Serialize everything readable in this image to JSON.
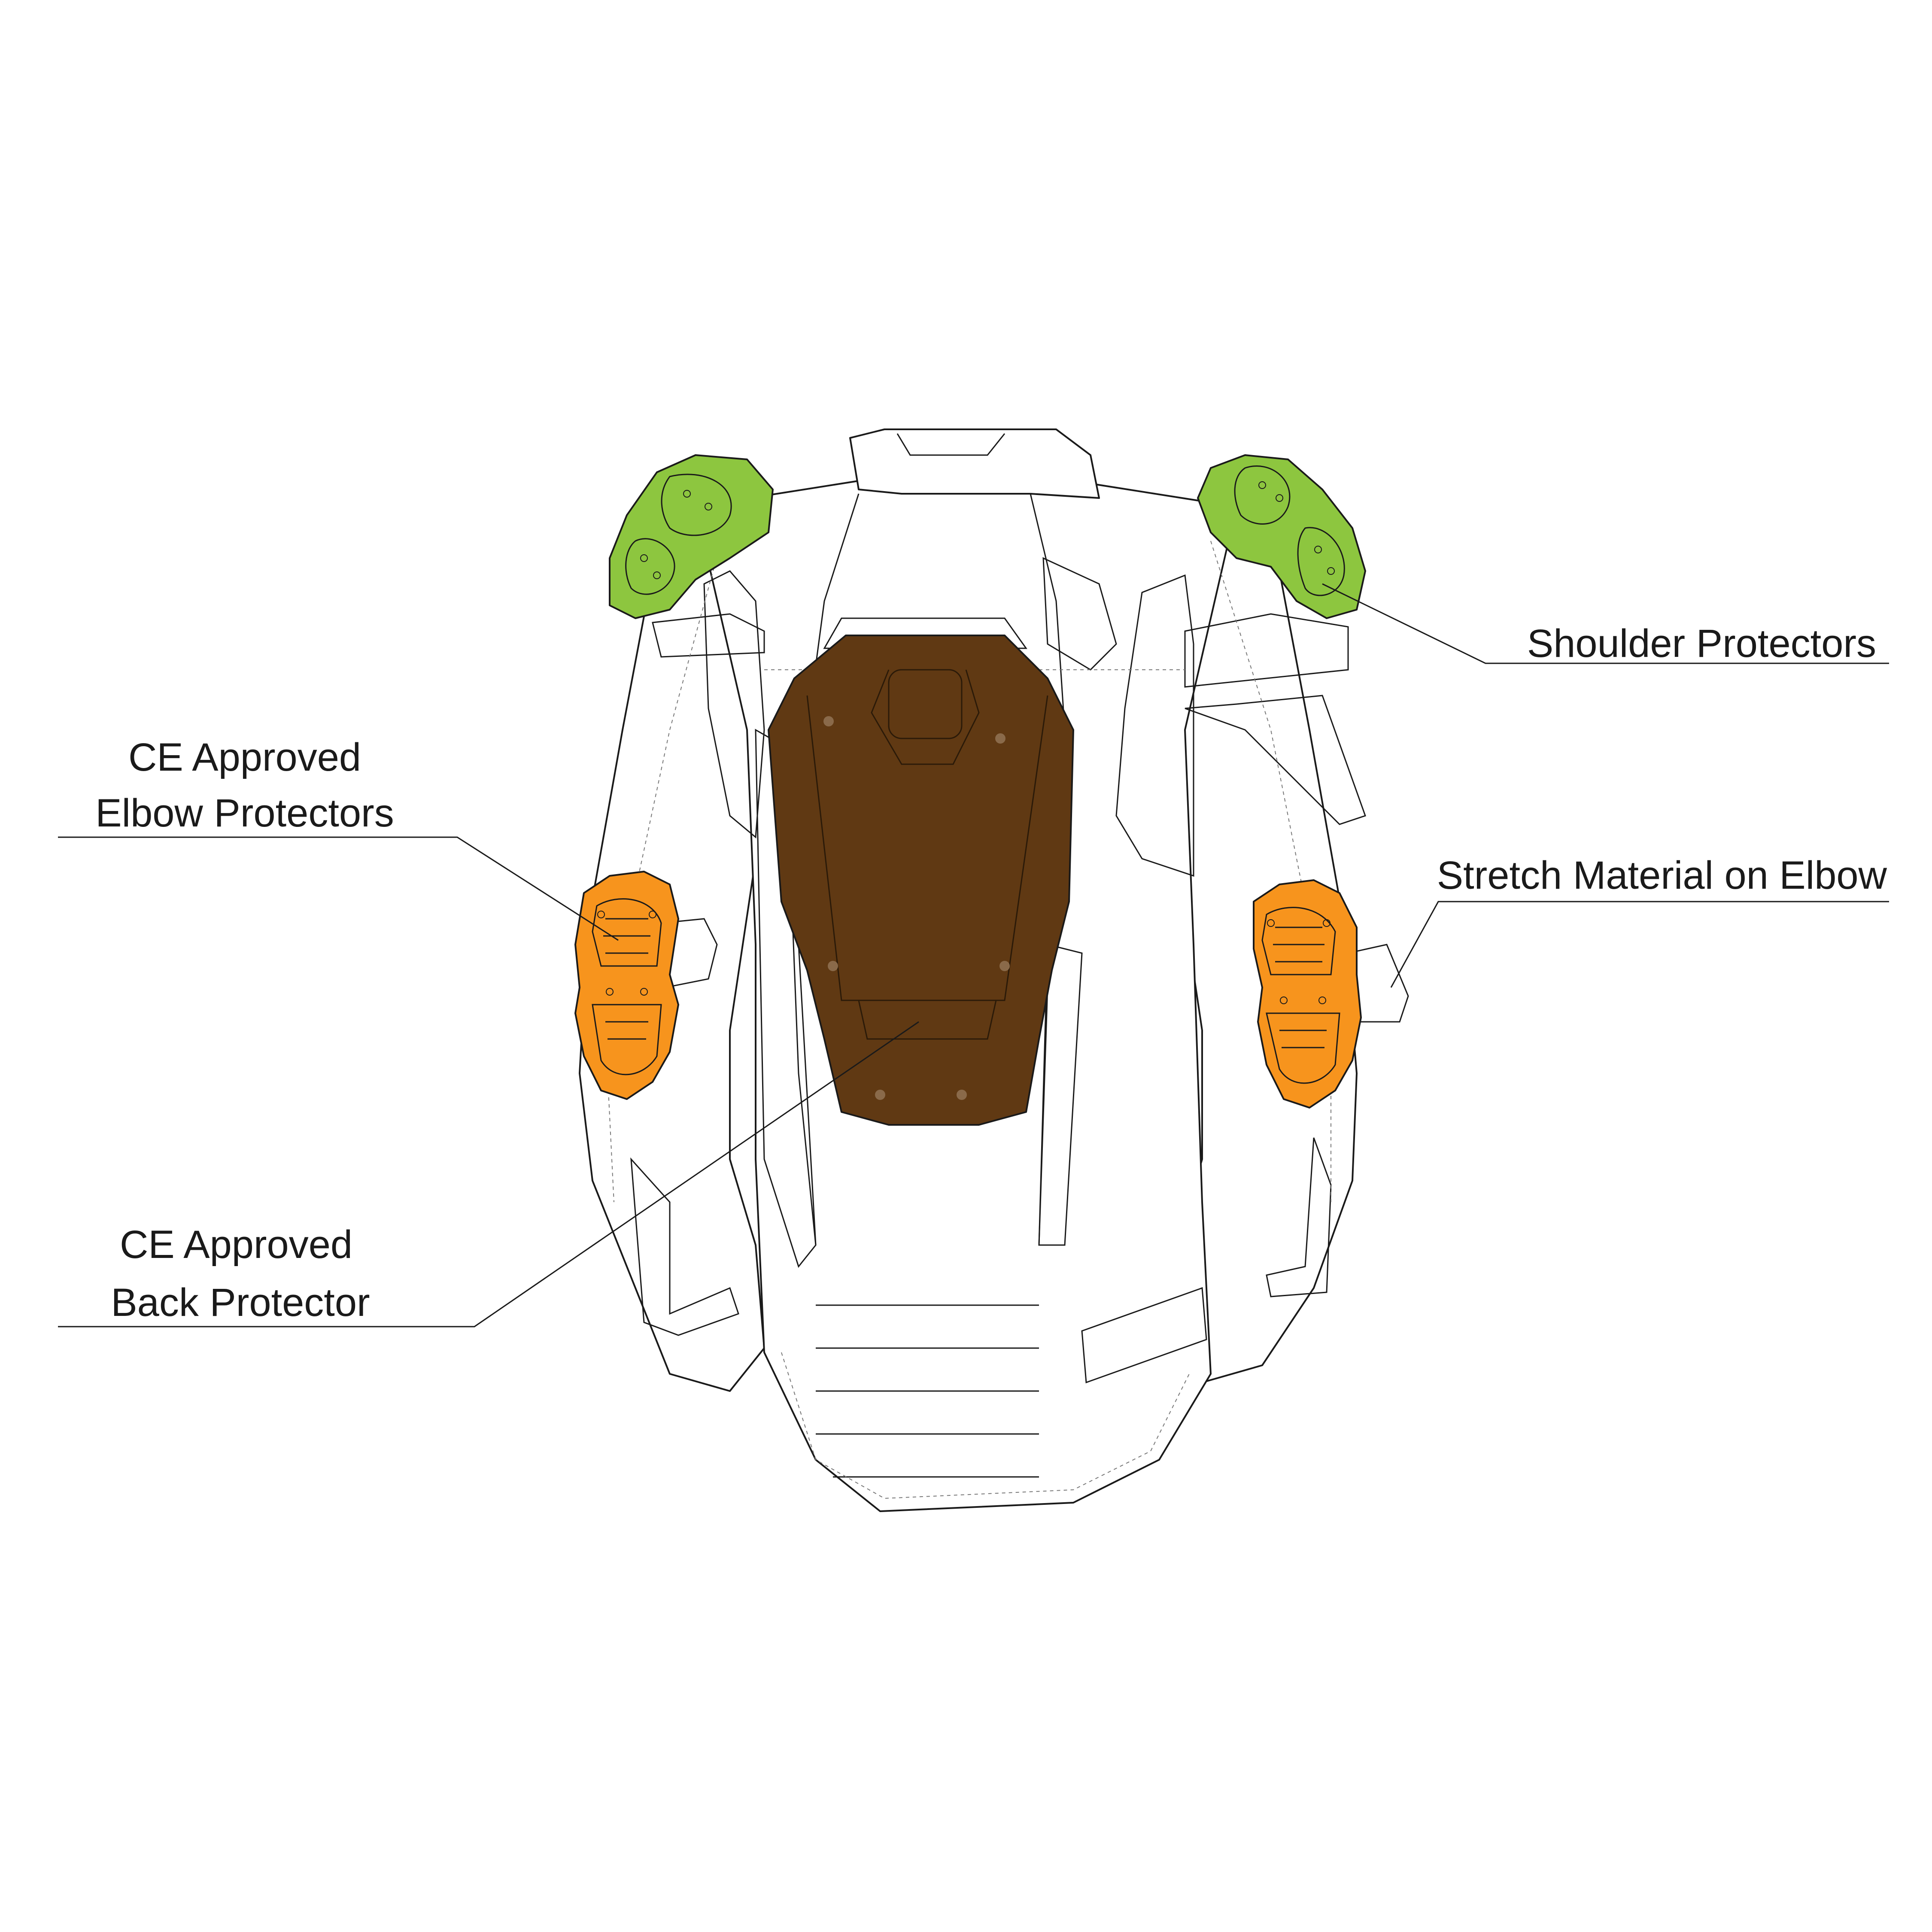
{
  "labels": {
    "shoulder": "Shoulder Protectors",
    "elbow_line1": "CE Approved",
    "elbow_line2": "Elbow Protectors",
    "stretch": "Stretch Material on Elbow",
    "back_line1": "CE Approved",
    "back_line2": "Back Protector"
  },
  "colors": {
    "shoulder_protector": "#8dc63f",
    "elbow_protector": "#f7941d",
    "back_protector": "#603913",
    "jacket_panel": "#ffffff",
    "accent_panel": "#bcbec0",
    "stretch_panel": "#a7a9ac"
  },
  "icons": [
    "jacket-back-illustration",
    "shoulder-protector-icon",
    "elbow-protector-icon",
    "back-protector-icon"
  ]
}
